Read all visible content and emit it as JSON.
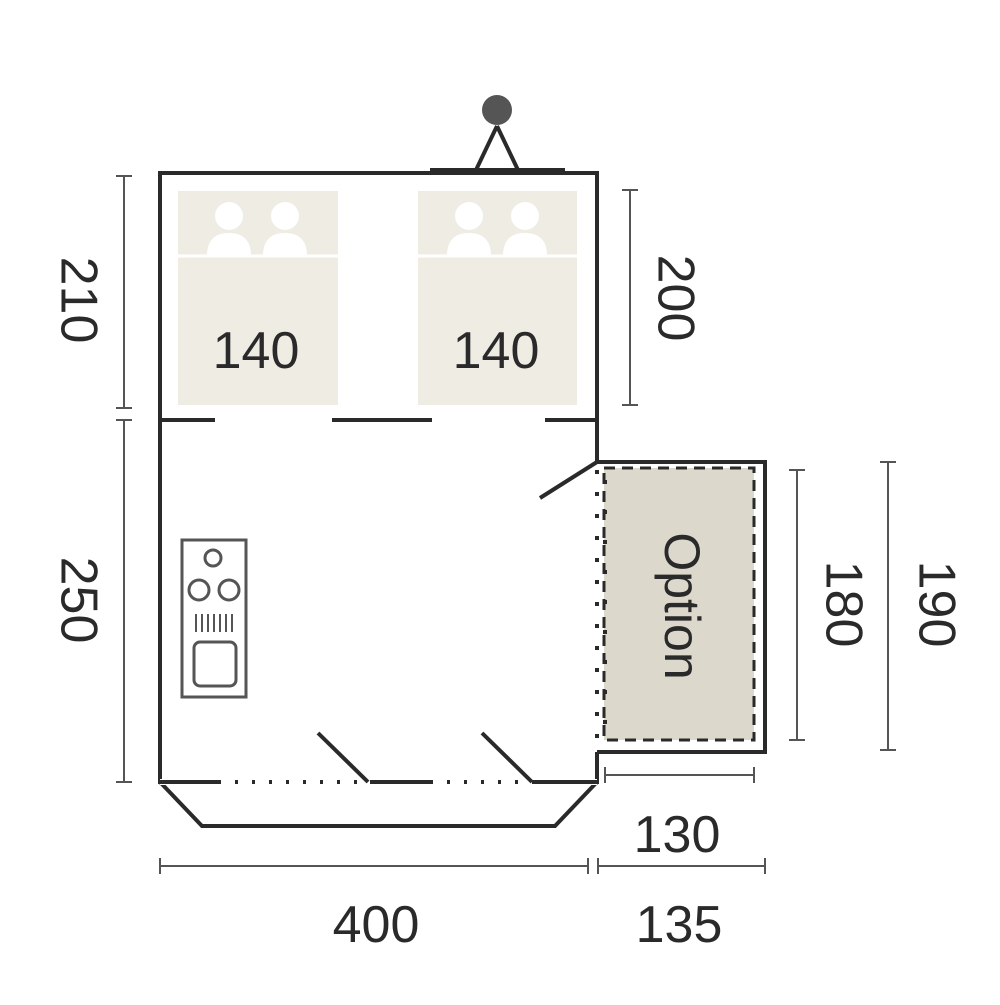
{
  "colors": {
    "line": "#2a2a2a",
    "dimension_line": "#555555",
    "bed_fill": "#efece4",
    "option_fill": "#dcd8cc",
    "background": "#ffffff"
  },
  "bedrooms": [
    {
      "width_label": "140",
      "icon": "two-persons-icon"
    },
    {
      "width_label": "140",
      "icon": "two-persons-icon"
    }
  ],
  "option_area": {
    "label": "Option"
  },
  "dimensions": {
    "left_top": "210",
    "left_bottom": "250",
    "bedroom_depth": "200",
    "option_depth_inner": "180",
    "option_depth_outer": "190",
    "option_width_inner": "130",
    "main_width": "400",
    "option_width_outer": "135"
  },
  "icons": {
    "antenna": "antenna-icon",
    "kitchen": "kitchen-unit-icon"
  }
}
